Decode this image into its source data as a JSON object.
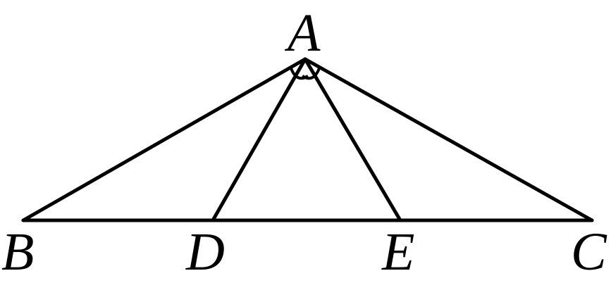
{
  "labels": {
    "A": "A",
    "B": "B",
    "C": "C",
    "D": "D",
    "E": "E"
  },
  "colors": {
    "stroke": "#000000",
    "background": "#ffffff"
  }
}
